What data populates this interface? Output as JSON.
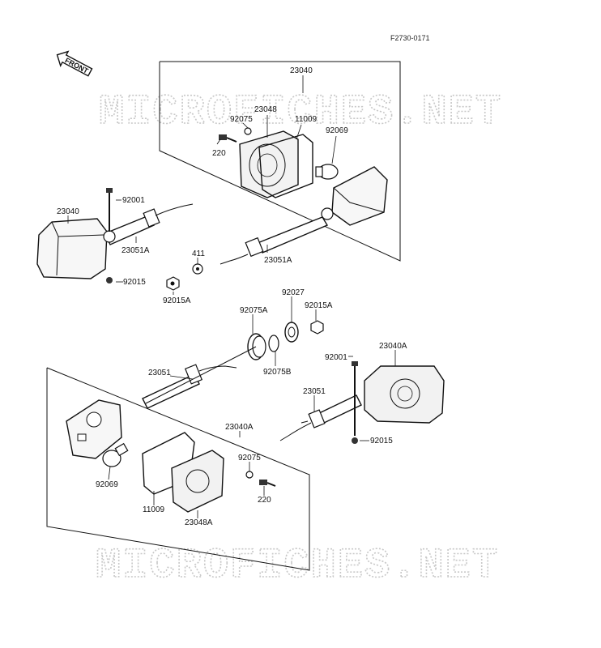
{
  "drawing_code": "F2730-0171",
  "front_label": "FRONT",
  "watermarks": [
    "MICROFICHES.NET",
    "MICROFICHES.NET"
  ],
  "parts": {
    "p23040_top": "23040",
    "p23048": "23048",
    "p92075_top": "92075",
    "p11009_top": "11009",
    "p92069_top": "92069",
    "p220_top": "220",
    "p23040_left": "23040",
    "p92001_top": "92001",
    "p23051A_left": "23051A",
    "p92015_left": "92015",
    "p411": "411",
    "p23051A_mid": "23051A",
    "p92015A_left": "92015A",
    "p92027": "92027",
    "p92075A": "92075A",
    "p92015A_right": "92015A",
    "p92075B": "92075B",
    "p92001_right": "92001",
    "p23040A_right": "23040A",
    "p23051_mid": "23051",
    "p23051_right": "23051",
    "p92015_right": "92015",
    "p23040A_bottom": "23040A",
    "p92075_bottom": "92075",
    "p92069_bottom": "92069",
    "p220_bottom": "220",
    "p11009_bottom": "11009",
    "p23048A": "23048A"
  },
  "colors": {
    "ink": "#111111",
    "watermark": "#c8c8c8",
    "lens_fill": "#f2f2f2"
  }
}
